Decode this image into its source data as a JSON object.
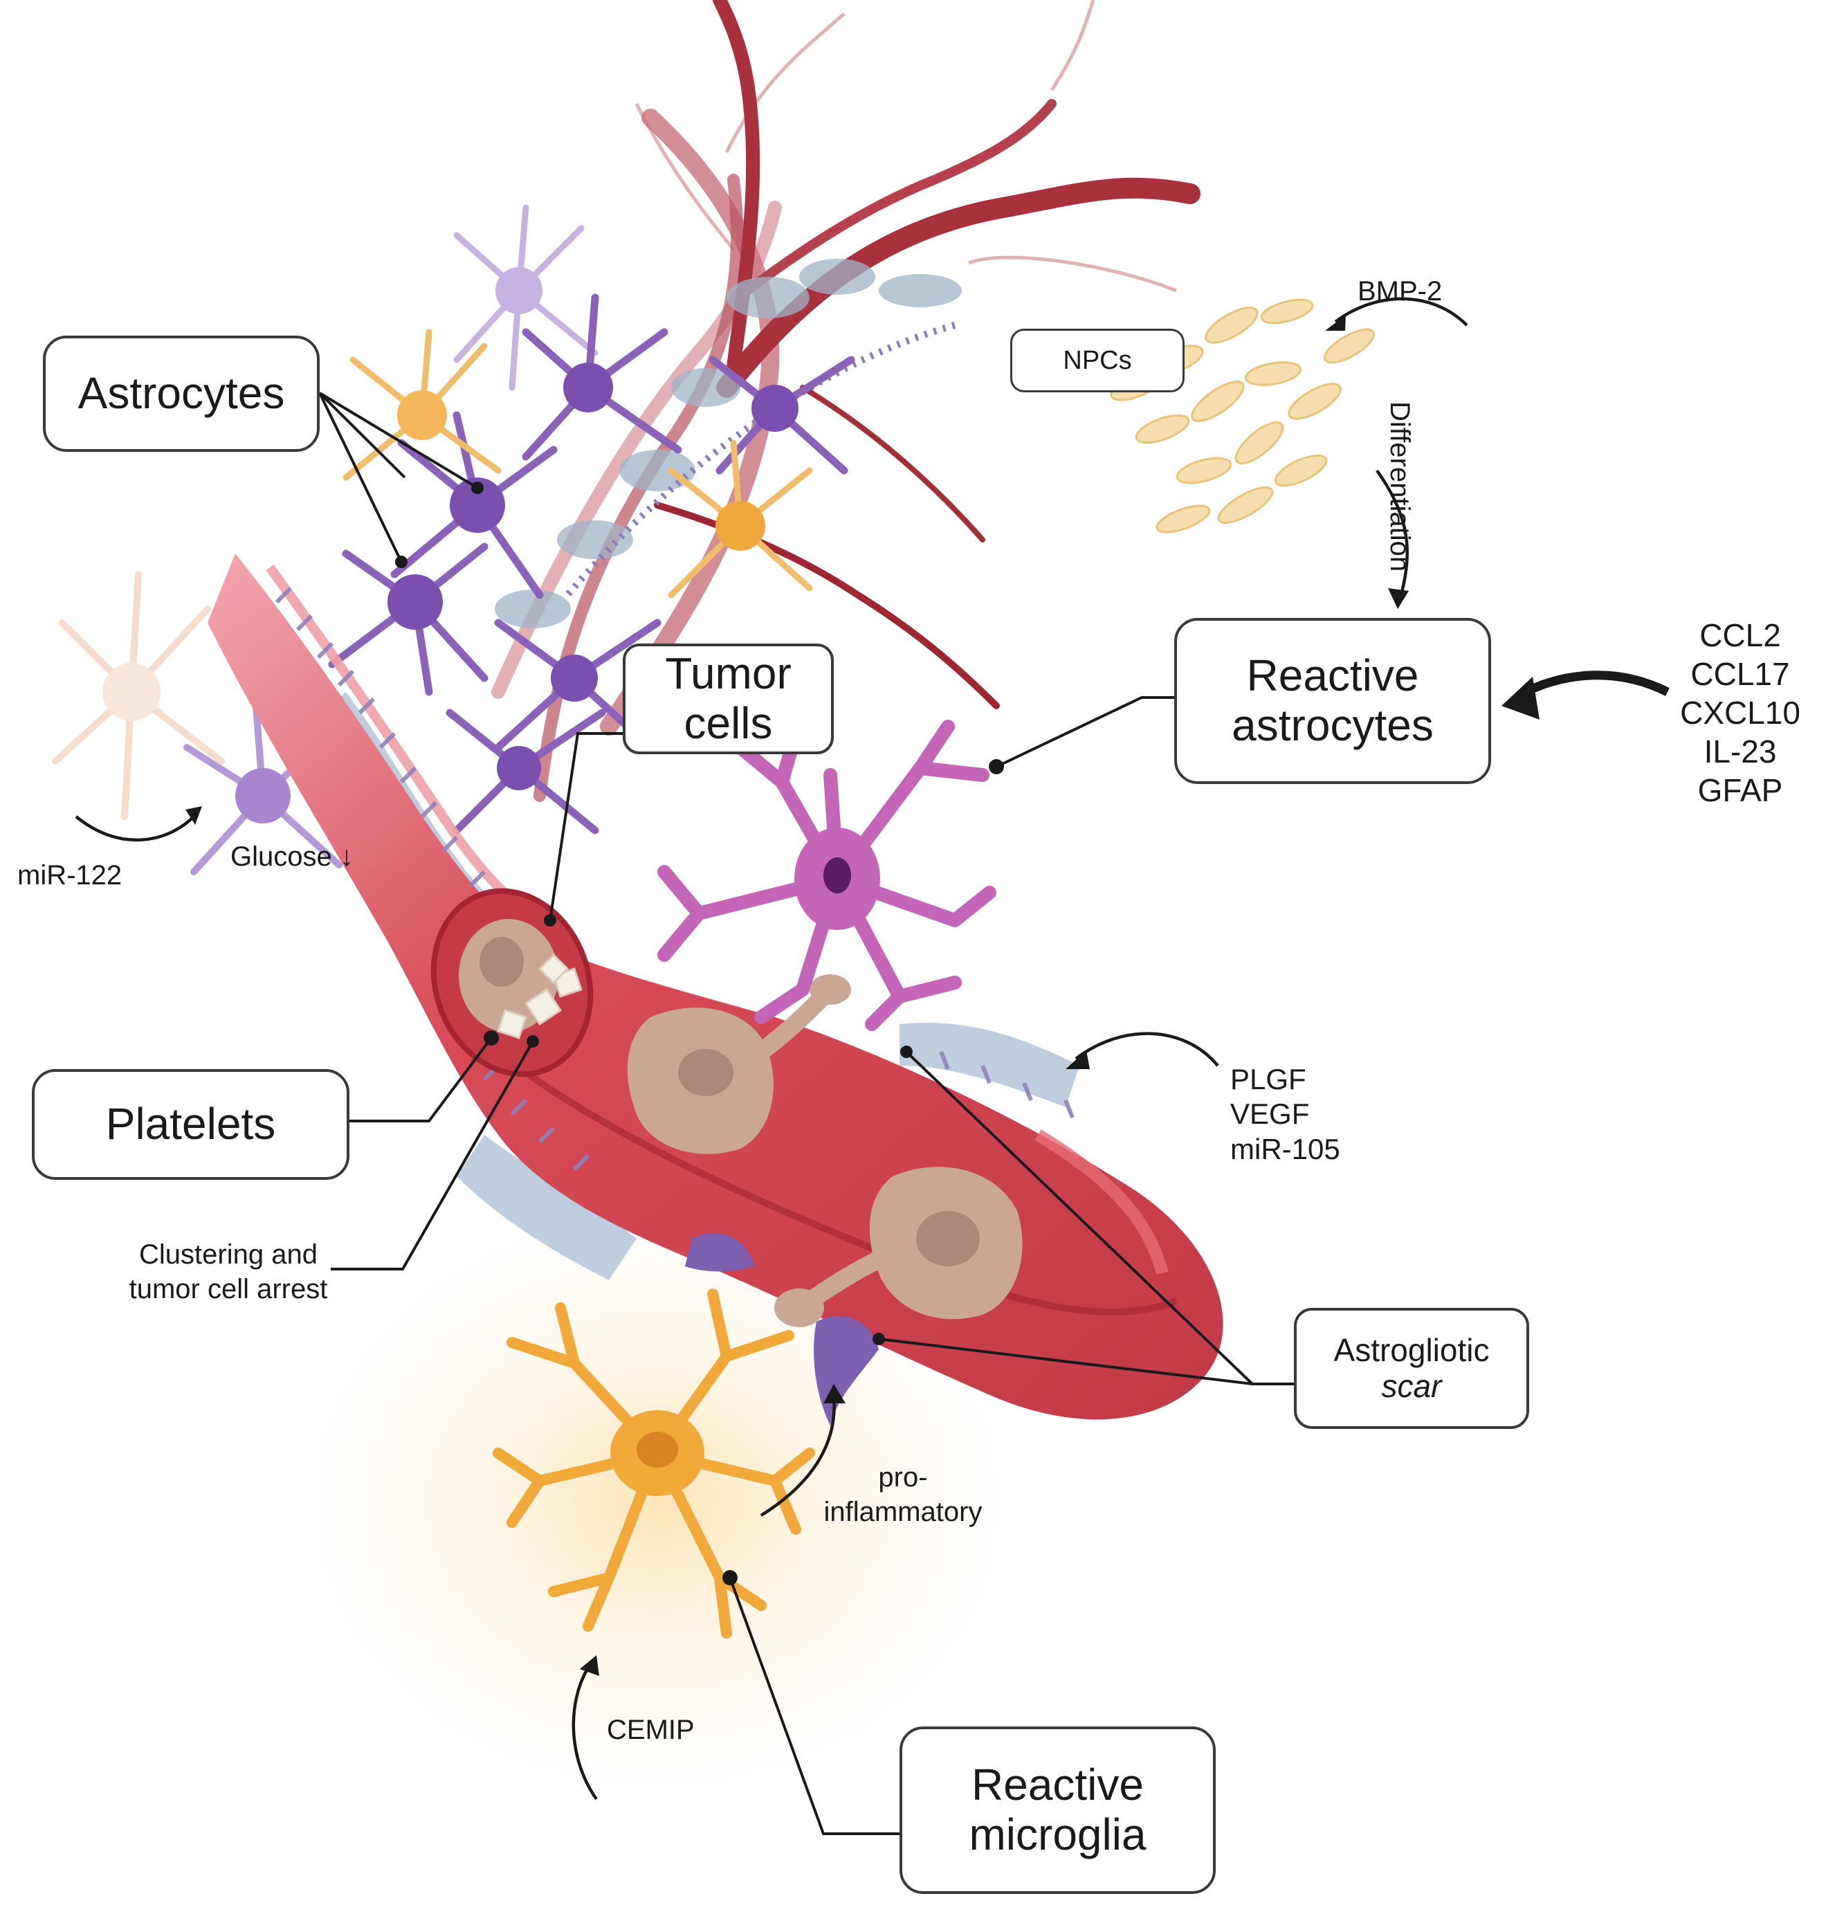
{
  "boxes": {
    "astrocytes": "Astrocytes",
    "tumor_cells_line1": "Tumor",
    "tumor_cells_line2": "cells",
    "npcs": "NPCs",
    "reactive_astrocytes_line1": "Reactive",
    "reactive_astrocytes_line2": "astrocytes",
    "platelets": "Platelets",
    "astrogliotic_line1": "Astrogliotic",
    "astrogliotic_line2": "scar",
    "reactive_microglia_line1": "Reactive",
    "reactive_microglia_line2": "microglia"
  },
  "labels": {
    "bmp2": "BMP-2",
    "differentiation": "Differentiation",
    "mir122": "miR-122",
    "glucose": "Glucose ↓",
    "clustering_line1": "Clustering and",
    "clustering_line2": "tumor cell arrest",
    "pro_line1": "pro-",
    "pro_line2": "inflammatory",
    "cemip": "CEMIP"
  },
  "cytokines": [
    "CCL2",
    "CCL17",
    "CXCL10",
    "IL-23",
    "GFAP"
  ],
  "factors": [
    "PLGF",
    "VEGF",
    "miR-105"
  ],
  "colors": {
    "vessel": "#d04a55",
    "vessel_dark": "#b5303d",
    "astrocyte_purple": "#8a63b8",
    "astrocyte_light_purple": "#b79ad6",
    "astrocyte_orange": "#e9a63c",
    "reactive_astrocyte": "#c466b8",
    "npc": "#f3d9a4",
    "tumor_cell": "#c8a38f",
    "microglia": "#f1a93a",
    "glial_scar": "#a8bccf"
  }
}
